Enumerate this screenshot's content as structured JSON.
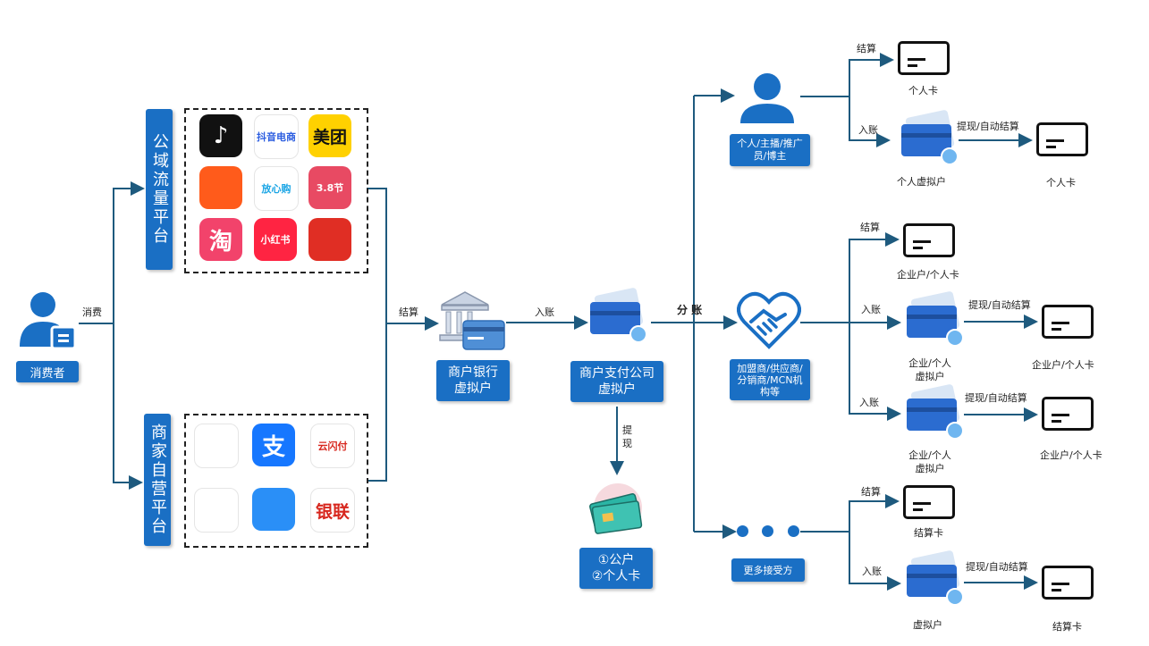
{
  "consumer": {
    "label": "消费者",
    "edge_label": "消费"
  },
  "public_platform": {
    "label": "公域流量平台",
    "apps": [
      {
        "name": "tiktok-app-icon",
        "text": "♪",
        "bg": "#111111",
        "fg": "#ffffff"
      },
      {
        "name": "douyin-ecommerce-app-icon",
        "text": "抖音电商",
        "bg": "#ffffff",
        "fg": "#2b5de0"
      },
      {
        "name": "meituan-app-icon",
        "text": "美团",
        "bg": "#ffd100",
        "fg": "#111111"
      },
      {
        "name": "kuaishou-app-icon",
        "text": "",
        "bg": "#ff5b1b",
        "fg": "#ffffff"
      },
      {
        "name": "kuaishou-shop-app-icon",
        "text": "放心购",
        "bg": "#ffffff",
        "fg": "#1aa5e5"
      },
      {
        "name": "jd-app-icon",
        "text": "3.8节",
        "bg": "#e84a63",
        "fg": "#ffffff"
      },
      {
        "name": "taobao-app-icon",
        "text": "淘",
        "bg": "#f2436b",
        "fg": "#ffffff"
      },
      {
        "name": "xiaohongshu-app-icon",
        "text": "小红书",
        "bg": "#ff2442",
        "fg": "#ffffff"
      },
      {
        "name": "pinduoduo-app-icon",
        "text": "",
        "bg": "#e02e24",
        "fg": "#ffffff"
      }
    ]
  },
  "private_platform": {
    "label": "商家自营平台",
    "apps": [
      {
        "name": "wechat-app-icon",
        "text": "",
        "bg": "#ffffff",
        "fg": "#1aad19"
      },
      {
        "name": "alipay-app-icon",
        "text": "支",
        "bg": "#1677ff",
        "fg": "#ffffff"
      },
      {
        "name": "cloud-quickpass-app-icon",
        "text": "云闪付",
        "bg": "#ffffff",
        "fg": "#d7261d"
      },
      {
        "name": "mini-program-app-icon",
        "text": "",
        "bg": "#ffffff",
        "fg": "#1aad19"
      },
      {
        "name": "pay-hex-app-icon",
        "text": "",
        "bg": "#2a8ff7",
        "fg": "#ffffff"
      },
      {
        "name": "unionpay-app-icon",
        "text": "银联",
        "bg": "#ffffff",
        "fg": "#d7261d"
      }
    ]
  },
  "settle_label": "结算",
  "bank": {
    "label": "商户银行虚拟户"
  },
  "inflow_label": "入账",
  "pay_company": {
    "label": "商户支付公司虚拟户"
  },
  "split_label": "分 账",
  "withdraw": {
    "edge_label": "提现",
    "label_line1": "①公户",
    "label_line2": "②个人卡"
  },
  "receivers": {
    "personal": {
      "label": "个人/主播/推广员/博主",
      "settle_label": "结算",
      "settle_card": "个人卡",
      "inflow_label": "入账",
      "virtual_label": "个人虚拟户",
      "withdraw_label": "提现/自动结算",
      "withdraw_card": "个人卡"
    },
    "enterprise": {
      "label": "加盟商/供应商/分销商/MCN机构等",
      "settle_label": "结算",
      "settle_card": "企业户/个人卡",
      "rows": [
        {
          "inflow_label": "入账",
          "virtual_label": "企业/个人虚拟户",
          "withdraw_label": "提现/自动结算",
          "withdraw_card": "企业户/个人卡"
        },
        {
          "inflow_label": "入账",
          "virtual_label": "企业/个人虚拟户",
          "withdraw_label": "提现/自动结算",
          "withdraw_card": "企业户/个人卡"
        }
      ]
    },
    "more": {
      "label": "更多接受方",
      "settle_label": "结算",
      "settle_card": "结算卡",
      "inflow_label": "入账",
      "virtual_label": "虚拟户",
      "withdraw_label": "提现/自动结算",
      "withdraw_card": "结算卡"
    }
  },
  "colors": {
    "accent": "#1a6fc4",
    "line": "#1e5a7e"
  }
}
